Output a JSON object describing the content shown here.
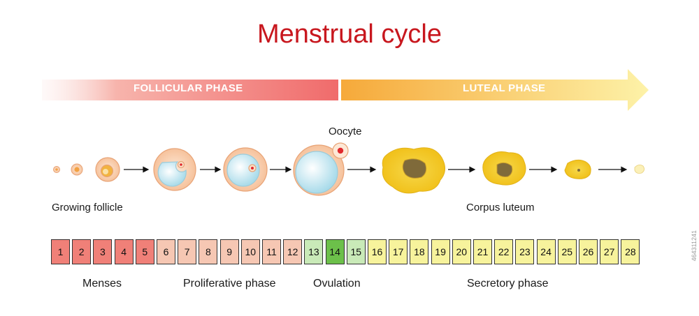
{
  "title": "Menstrual cycle",
  "phases": {
    "follicular": "FOLLICULAR PHASE",
    "luteal": "LUTEAL PHASE"
  },
  "labels": {
    "oocyte": "Oocyte",
    "growing_follicle": "Growing follicle",
    "corpus_luteum": "Corpus luteum"
  },
  "days": [
    {
      "n": "1",
      "group": "menses"
    },
    {
      "n": "2",
      "group": "menses"
    },
    {
      "n": "3",
      "group": "menses"
    },
    {
      "n": "4",
      "group": "menses"
    },
    {
      "n": "5",
      "group": "menses"
    },
    {
      "n": "6",
      "group": "proliferative"
    },
    {
      "n": "7",
      "group": "proliferative"
    },
    {
      "n": "8",
      "group": "proliferative"
    },
    {
      "n": "9",
      "group": "proliferative"
    },
    {
      "n": "10",
      "group": "proliferative"
    },
    {
      "n": "11",
      "group": "proliferative"
    },
    {
      "n": "12",
      "group": "proliferative"
    },
    {
      "n": "13",
      "group": "ovulation-edge"
    },
    {
      "n": "14",
      "group": "ovulation"
    },
    {
      "n": "15",
      "group": "ovulation-edge"
    },
    {
      "n": "16",
      "group": "secretory"
    },
    {
      "n": "17",
      "group": "secretory"
    },
    {
      "n": "18",
      "group": "secretory"
    },
    {
      "n": "19",
      "group": "secretory"
    },
    {
      "n": "20",
      "group": "secretory"
    },
    {
      "n": "21",
      "group": "secretory"
    },
    {
      "n": "22",
      "group": "secretory"
    },
    {
      "n": "23",
      "group": "secretory"
    },
    {
      "n": "24",
      "group": "secretory"
    },
    {
      "n": "25",
      "group": "secretory"
    },
    {
      "n": "26",
      "group": "secretory"
    },
    {
      "n": "27",
      "group": "secretory"
    },
    {
      "n": "28",
      "group": "secretory"
    }
  ],
  "groups": {
    "menses": "Menses",
    "proliferative": "Proliferative phase",
    "ovulation": "Ovulation",
    "secretory": "Secretory phase"
  },
  "colors": {
    "title": "#c8171e",
    "menses": "#f08078",
    "proliferative": "#f6c7b3",
    "ovulation": "#6cc04a",
    "ovulation-edge": "#c9eab8",
    "secretory": "#f7f39c"
  },
  "stock_id": "464311241"
}
